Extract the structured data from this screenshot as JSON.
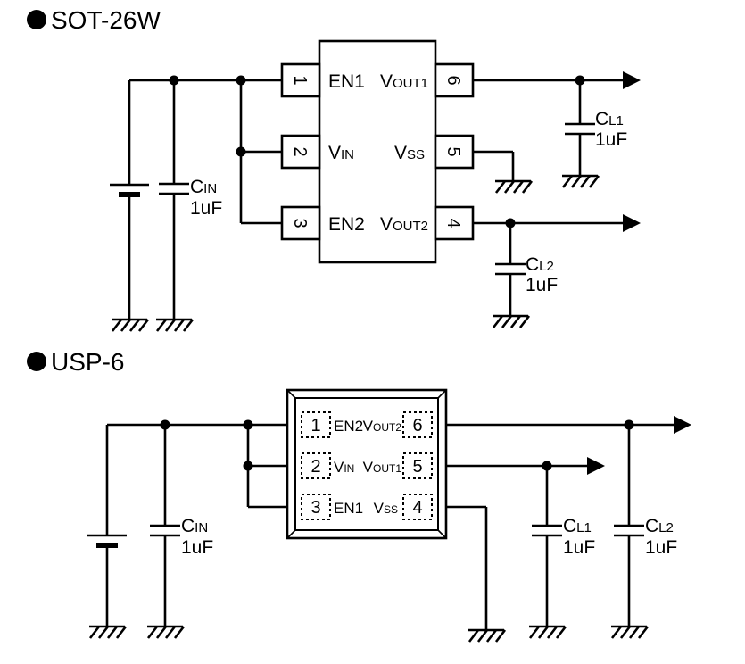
{
  "style": {
    "ink": "#000000",
    "background": "#ffffff"
  },
  "sot26w": {
    "title": "SOT-26W",
    "pins": {
      "p1": {
        "num": "1",
        "label": "EN1",
        "sub": ""
      },
      "p2": {
        "num": "2",
        "label": "V",
        "sub": "IN"
      },
      "p3": {
        "num": "3",
        "label": "EN2",
        "sub": ""
      },
      "p4": {
        "num": "4",
        "label": "V",
        "sub": "OUT2"
      },
      "p5": {
        "num": "5",
        "label": "V",
        "sub": "SS"
      },
      "p6": {
        "num": "6",
        "label": "V",
        "sub": "OUT1"
      }
    },
    "caps": {
      "cin": {
        "name": "C",
        "sub": "IN",
        "value": "1uF"
      },
      "cl1": {
        "name": "C",
        "sub": "L1",
        "value": "1uF"
      },
      "cl2": {
        "name": "C",
        "sub": "L2",
        "value": "1uF"
      }
    }
  },
  "usp6": {
    "title": "USP-6",
    "pins": {
      "p1": {
        "num": "1",
        "label": "EN2",
        "sub": ""
      },
      "p2": {
        "num": "2",
        "label": "V",
        "sub": "IN"
      },
      "p3": {
        "num": "3",
        "label": "EN1",
        "sub": ""
      },
      "p4": {
        "num": "4",
        "label": "V",
        "sub": "SS"
      },
      "p5": {
        "num": "5",
        "label": "V",
        "sub": "OUT1"
      },
      "p6": {
        "num": "6",
        "label": "V",
        "sub": "OUT2"
      }
    },
    "caps": {
      "cin": {
        "name": "C",
        "sub": "IN",
        "value": "1uF"
      },
      "cl1": {
        "name": "C",
        "sub": "L1",
        "value": "1uF"
      },
      "cl2": {
        "name": "C",
        "sub": "L2",
        "value": "1uF"
      }
    }
  }
}
